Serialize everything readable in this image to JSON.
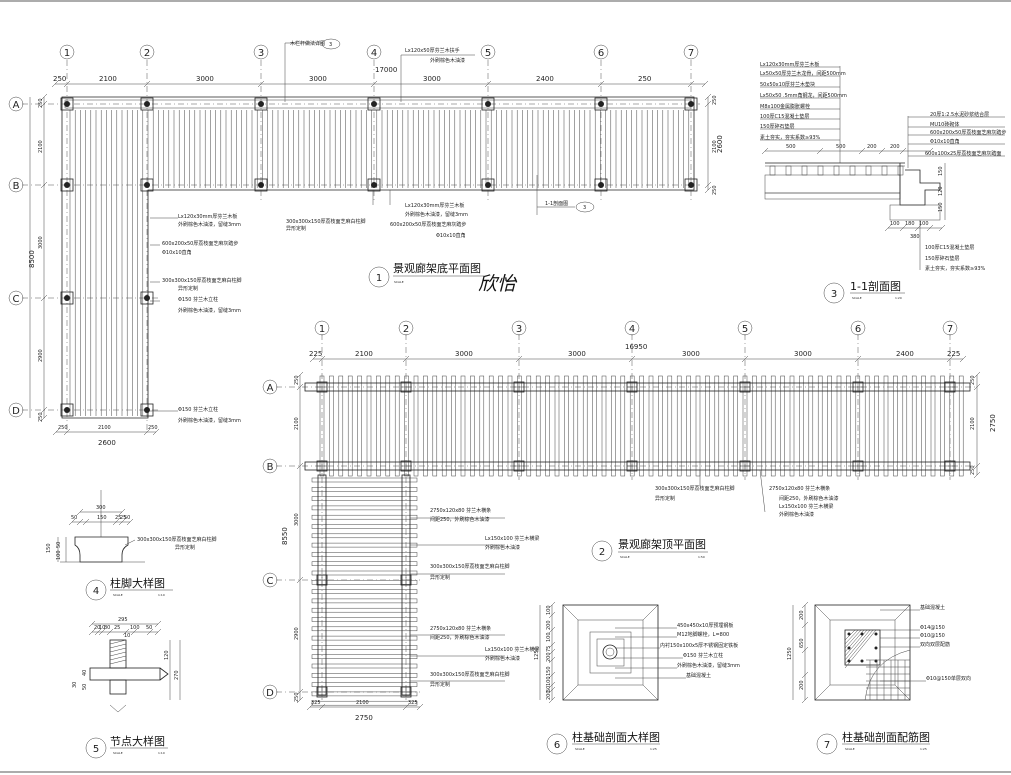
{
  "plan1": {
    "axes_num": [
      "1",
      "2",
      "3",
      "4",
      "5",
      "6",
      "7"
    ],
    "axes_let": [
      "A",
      "B",
      "C",
      "D"
    ],
    "dims_top": [
      "250",
      "2100",
      "3000",
      "3000",
      "3000",
      "2400",
      "250"
    ],
    "total": "17000",
    "dims_left": [
      "250",
      "2100",
      "3000",
      "2900",
      "250"
    ],
    "total_left": "8500",
    "dims_bottom": [
      "250",
      "2100",
      "250"
    ],
    "total_bottom": "2600",
    "dims_right": [
      "250",
      "2100",
      "250"
    ],
    "total_right": "2600",
    "top_note_a": "木栏杆做法详图",
    "top_note_a_num": "3",
    "top_note_b1": "Lx120x50厚芬兰木扶手",
    "top_note_b2": "外刷棕色木油漆",
    "notes": [
      "Lx120x30mm厚芬兰木板",
      "外刷棕色木油漆，留缝3mm",
      "600x200x50厚荔枝面芝麻灰踏步",
      "Φ10x10直角",
      "300x300x150厚荔枝面芝麻白柱脚",
      "异形定制",
      "Φ150 芬兰木立柱",
      "外刷棕色木油漆，留缝3mm",
      "Φ150 芬兰木立柱",
      "外刷棕色木油漆，留缝3mm",
      "300x300x150厚荔枝面芝麻白柱脚",
      "异形定制",
      "Lx120x30mm厚芬兰木板",
      "外刷棕色木油漆，留缝3mm",
      "600x200x50厚荔枝面芝麻灰踏步",
      "Φ10x10直角"
    ],
    "section_ref": "1-1剖面图",
    "section_num": "3",
    "title_num": "1",
    "title": "景观廊架底平面图",
    "scale": "SCALE",
    "signature": "欣怡"
  },
  "section": {
    "labels": [
      "Lx120x30mm厚芬兰木板",
      "Lx50x50厚芬兰木龙骨，间距500mm",
      "50x50x10厚芬兰木垫块",
      "Lx50x50 .5mm角钢龙，间距500mm",
      "M8x100金属膨胀螺栓",
      "100厚C15混凝土垫层",
      "150厚碎石垫层",
      "素土夯实，夯实系数≥93%"
    ],
    "labels_right": [
      "20厚1:2.5水泥砂浆结合层",
      "MU10砖砌体",
      "600x200x50厚荔枝面芝麻灰踏步",
      "Φ10x10直角",
      "600x100x25厚荔枝面芝麻灰踏面"
    ],
    "dims": [
      "500",
      "500",
      "200",
      "200"
    ],
    "vdims": [
      "150",
      "120",
      "150"
    ],
    "bdims": [
      "100",
      "180",
      "100",
      "380"
    ],
    "bottom": [
      "100厚C15混凝土垫层",
      "150厚碎石垫层",
      "素土夯实，夯实系数≥93%"
    ],
    "title_num": "3",
    "title": "1-1剖面图",
    "scale": "SCALE",
    "scale_val": "1:20"
  },
  "plan2": {
    "axes_num": [
      "1",
      "2",
      "3",
      "4",
      "5",
      "6",
      "7"
    ],
    "axes_let": [
      "A",
      "B",
      "C",
      "D"
    ],
    "dims_top": [
      "225",
      "2100",
      "3000",
      "3000",
      "3000",
      "3000",
      "2400",
      "225"
    ],
    "total": "16950",
    "dims_left": [
      "250",
      "2100",
      "3000",
      "2900",
      "250"
    ],
    "total_left": "8550",
    "dims_right": [
      "250",
      "2100",
      "250"
    ],
    "total_right": "2750",
    "dims_bottom": [
      "325",
      "2100",
      "325"
    ],
    "total_bottom": "2750",
    "notes": [
      "300x300x150厚荔枝面芝麻白柱脚",
      "异形定制",
      "2750x120x80 芬兰木横条",
      "间距250，外刷棕色木油漆",
      "Lx150x100 芬兰木横梁",
      "外刷棕色木油漆",
      "2750x120x80 芬兰木横条",
      "间距250，外刷棕色木油漆",
      "Lx150x100 芬兰木横梁",
      "外刷棕色木油漆",
      "300x300x150厚荔枝面芝麻白柱脚",
      "异形定制",
      "2750x120x80 芬兰木横条",
      "间距250，外刷棕色木油漆",
      "Lx150x100 芬兰木横梁",
      "外刷棕色木油漆",
      "300x300x150厚荔枝面芝麻白柱脚",
      "异形定制"
    ],
    "title_num": "2",
    "title": "景观廊架顶平面图",
    "scale": "SCALE",
    "scale_val": "1:50"
  },
  "d4": {
    "dims": [
      "300",
      "50",
      "150",
      "25",
      "25",
      "50"
    ],
    "vdims": [
      "150",
      "50",
      "100"
    ],
    "note1": "300x300x150厚荔枝面芝麻白柱脚",
    "note2": "异形定制",
    "title_num": "4",
    "title": "柱脚大样图",
    "scale": "SCALE",
    "scale_val": "1:10"
  },
  "d5": {
    "dims": [
      "295",
      "20",
      "10",
      "80",
      "25",
      "100",
      "50",
      "10"
    ],
    "vdims": [
      "120",
      "40",
      "50",
      "30",
      "270"
    ],
    "title_num": "5",
    "title": "节点大样图",
    "scale": "SCALE",
    "scale_val": "1:10"
  },
  "d6": {
    "notes": [
      "450x450x10厚预埋钢板",
      "M12地脚螺栓，L=800",
      "内衬150x100x5厚不锈钢固定铁板",
      "Φ150 芬兰木立柱",
      "外刷棕色木油漆，留缝3mm",
      "基础混凝土"
    ],
    "vdims": [
      "1250",
      "100",
      "200",
      "100",
      "75",
      "200",
      "150",
      "100",
      "50",
      "200"
    ],
    "title_num": "6",
    "title": "柱基础剖面大样图",
    "scale": "SCALE",
    "scale_val": "1:25"
  },
  "d7": {
    "notes": [
      "基础混凝土",
      "Φ14@150",
      "Φ10@150",
      "双向双层配筋",
      "Φ10@150单层双向"
    ],
    "vdims": [
      "1250",
      "650",
      "200",
      "200",
      "200"
    ],
    "title_num": "7",
    "title": "柱基础剖面配筋图",
    "scale": "SCALE",
    "scale_val": "1:25"
  }
}
